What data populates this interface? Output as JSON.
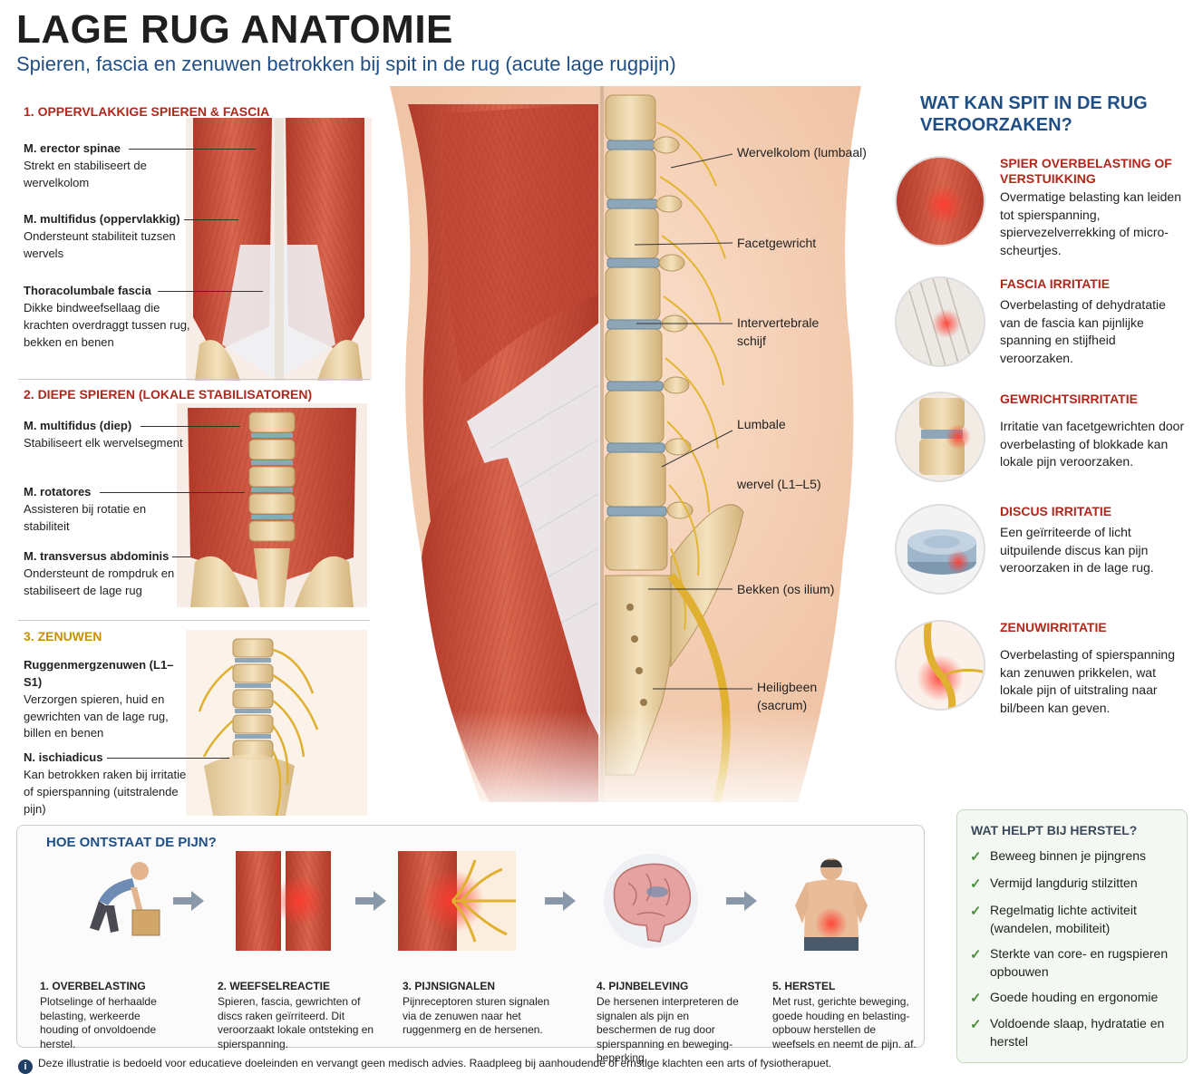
{
  "header": {
    "title": "LAGE RUG ANATOMIE",
    "subtitle": "Spieren, fascia en zenuwen betrokken bij spit in de rug (acute lage rugpijn)"
  },
  "left": {
    "section1": {
      "heading": "1. OPPERVLAKKIGE SPIEREN & FASCIA",
      "items": [
        {
          "name": "M. erector spinae",
          "desc": "Strekt en stabiliseert de wervelkolom"
        },
        {
          "name": "M. multifidus (oppervlakkig)",
          "desc": "Ondersteunt stabiliteit tuzsen wervels"
        },
        {
          "name": "Thoracolumbale fascia",
          "desc": "Dikke bindweefsellaag die krachten overdraggt tussen rug, bekken en benen"
        }
      ]
    },
    "section2": {
      "heading": "2. DIEPE SPIEREN (LOKALE STABILISATOREN)",
      "items": [
        {
          "name": "M. multifidus (diep)",
          "desc": "Stabiliseert elk wervelsegment"
        },
        {
          "name": "M. rotatores",
          "desc": "Assisteren bij rotatie en stabiliteit"
        },
        {
          "name": "M. transversus abdominis",
          "desc": "Ondersteunt de rompdruk en stabiliseert de lage rug"
        }
      ]
    },
    "section3": {
      "heading": "3. ZENUWEN",
      "items": [
        {
          "name": "Ruggenmergzenuwen (L1–S1)",
          "desc": "Verzorgen spieren, huid en gewrichten van de lage rug, billen en benen"
        },
        {
          "name": "N. ischiadicus",
          "desc": "Kan betrokken raken bij irritatie of spierspanning (uitstralende pijn)"
        }
      ]
    }
  },
  "center": {
    "labels": [
      "Wervelkolom (lumbaal)",
      "Facetgewricht",
      "Intervertebrale schijf",
      "Lumbale",
      "wervel (L1–L5)",
      "Bekken (os ilium)",
      "Heiligbeen (sacrum)"
    ]
  },
  "causes": {
    "title": "WAT KAN SPIT IN DE RUG VEROORZAKEN?",
    "items": [
      {
        "title": "SPIER OVERBELASTING OF VERSTUIKKING",
        "desc": "Overmatige belasting kan leiden tot spierspanning, spiervezelverrekking of micro-scheurtjes.",
        "icon": "muscle-strain-icon"
      },
      {
        "title": "FASCIA IRRITATIE",
        "desc": "Overbelasting of dehydratatie van de fascia kan pijnlijke spanning en stijfheid veroorzaken.",
        "icon": "fascia-icon"
      },
      {
        "title": "GEWRICHTSIRRITATIE",
        "desc": "Irritatie van facetgewrichten door overbelasting of blokkade kan lokale pijn veroorzaken.",
        "icon": "joint-icon"
      },
      {
        "title": "DISCUS IRRITATIE",
        "desc": "Een geïrriteerde of licht uitpuilende discus kan pijn veroorzaken in de lage rug.",
        "icon": "disc-icon"
      },
      {
        "title": "ZENUWIRRITATIE",
        "desc": "Overbelasting of spierspanning kan zenuwen prikkelen, wat lokale pijn of uitstraling naar bil/been kan geven.",
        "icon": "nerve-icon"
      }
    ]
  },
  "process": {
    "title": "HOE ONTSTAAT DE PIJN?",
    "steps": [
      {
        "title": "1. OVERBELASTING",
        "desc": "Plotselinge of herhaalde belasting, werkeerde houding of onvoldoende herstel."
      },
      {
        "title": "2. WEEFSELREACTIE",
        "desc": "Spieren, fascia, gewrichten of discs raken geïrriteerd. Dit veroorzaakt lokale ontsteking en spierspanning."
      },
      {
        "title": "3. PIJNSIGNALEN",
        "desc": "Pijnreceptoren sturen signalen via de zenuwen naar het ruggenmerg en de hersenen."
      },
      {
        "title": "4. PIJNBELEVING",
        "desc": "De hersenen interpreteren de signalen als pijn en beschermen de rug door spierspanning en beweging-beperking."
      },
      {
        "title": "5. HERSTEL",
        "desc": "Met rust, gerichte beweging, goede houding en belasting-opbouw herstellen de weefsels en neemt de pijn. af."
      }
    ]
  },
  "help": {
    "title": "WAT HELPT BIJ HERSTEL?",
    "items": [
      "Beweeg binnen je pijngrens",
      "Vermijd langdurig stilzitten",
      "Regelmatig lichte activiteit (wandelen, mobiliteit)",
      "Sterkte van core- en rugspieren opbouwen",
      "Goede houding en ergonomie",
      "Voldoende slaap, hydratatie en herstel"
    ]
  },
  "disclaimer": "Deze illustratie is bedoeld voor educatieve doeleinden en vervangt geen medisch advies. Raadpleeg bij aanhoudende of ernstige klachten een arts of fysiotherapuet.",
  "colors": {
    "title_blue": "#1f4f86",
    "heading_red": "#b0271b",
    "heading_gold": "#c79100",
    "check_green": "#4a8f3a",
    "muscle": "#c8503c",
    "bone": "#e9d3a8",
    "nerve": "#e0b030"
  }
}
